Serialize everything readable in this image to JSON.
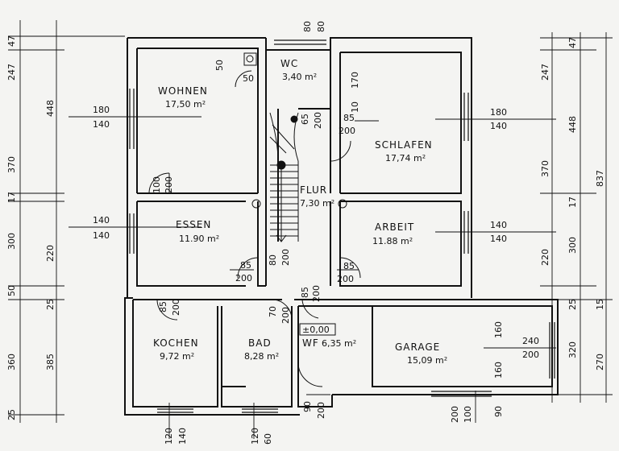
{
  "rooms": {
    "wohnen": {
      "name": "WOHNEN",
      "area": "17,50 m²"
    },
    "wc": {
      "name": "WC",
      "area": "3,40 m²"
    },
    "schlafen": {
      "name": "SCHLAFEN",
      "area": "17,74 m²"
    },
    "flur": {
      "name": "FLUR",
      "area": "7,30 m²"
    },
    "essen": {
      "name": "ESSEN",
      "area": "11.90 m²"
    },
    "arbeit": {
      "name": "ARBEIT",
      "area": "11.88 m²"
    },
    "kochen": {
      "name": "KOCHEN",
      "area": "9,72 m²"
    },
    "bad": {
      "name": "BAD",
      "area": "8,28 m²"
    },
    "wf": {
      "name": "WF",
      "area": "6,35 m²"
    },
    "garage": {
      "name": "GARAGE",
      "area": "15,09 m²"
    }
  },
  "level_mark": "±0,00",
  "dims_left_outer": [
    "47",
    "247",
    "448",
    "370",
    "17",
    "300",
    "50",
    "360",
    "25"
  ],
  "dims_left_inner": [
    "220",
    "25",
    "385"
  ],
  "dims_right": [
    "47",
    "247",
    "448",
    "370",
    "17",
    "300",
    "220",
    "25",
    "15",
    "320",
    "270",
    "837"
  ],
  "windows": {
    "wohnen": [
      "180",
      "140"
    ],
    "essen": [
      "140",
      "140"
    ],
    "schlafen": [
      "180",
      "140"
    ],
    "arbeit": [
      "140",
      "140"
    ],
    "garage": [
      "240",
      "200"
    ],
    "kochen_bottom": [
      "120",
      "140"
    ],
    "bad_bottom": [
      "120",
      "60"
    ],
    "top_wc": [
      "80",
      "80"
    ],
    "garage_bottom": [
      "200",
      "100"
    ],
    "wf_bottom": [
      "90",
      "200"
    ],
    "garage_right": [
      "90"
    ]
  },
  "doors": {
    "wohnen_essen": [
      "100",
      "200"
    ],
    "wohnen_small": [
      "50",
      "50"
    ],
    "wc": [
      "65",
      "200"
    ],
    "schlafen": [
      "85",
      "200"
    ],
    "schlafen_top": [
      "170",
      "10"
    ],
    "essen_flur": [
      "85",
      "200"
    ],
    "flur_bottom": [
      "80",
      "200"
    ],
    "arbeit": [
      "85",
      "200"
    ],
    "kochen": [
      "85",
      "200"
    ],
    "bad": [
      "70",
      "200"
    ],
    "wf": [
      "85",
      "200"
    ],
    "garage_right_side": [
      "160",
      "160"
    ]
  }
}
